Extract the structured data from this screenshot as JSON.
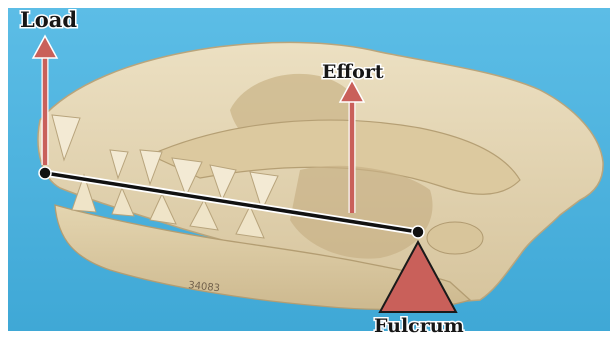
{
  "labels": {
    "load": "Load",
    "effort": "Effort",
    "fulcrum": "Fulcrum"
  },
  "specimen_number": "34083",
  "colors": {
    "background": "#4fb3dd",
    "bone": "#e7d9b6",
    "arrow": "#c9605a",
    "fulcrum": "#c9605a",
    "lever": "#111111"
  }
}
